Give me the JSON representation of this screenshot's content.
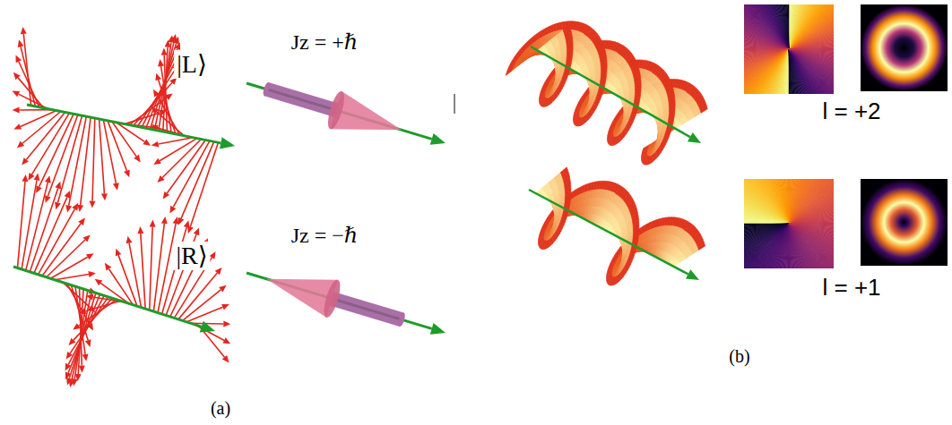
{
  "diagram": {
    "labels": [
      "|L⟩",
      "Jz = +ℏ",
      "|R⟩",
      "Jz = −ℏ",
      "(a)",
      "l = +2",
      "l = +1",
      "(b)"
    ]
  }
}
